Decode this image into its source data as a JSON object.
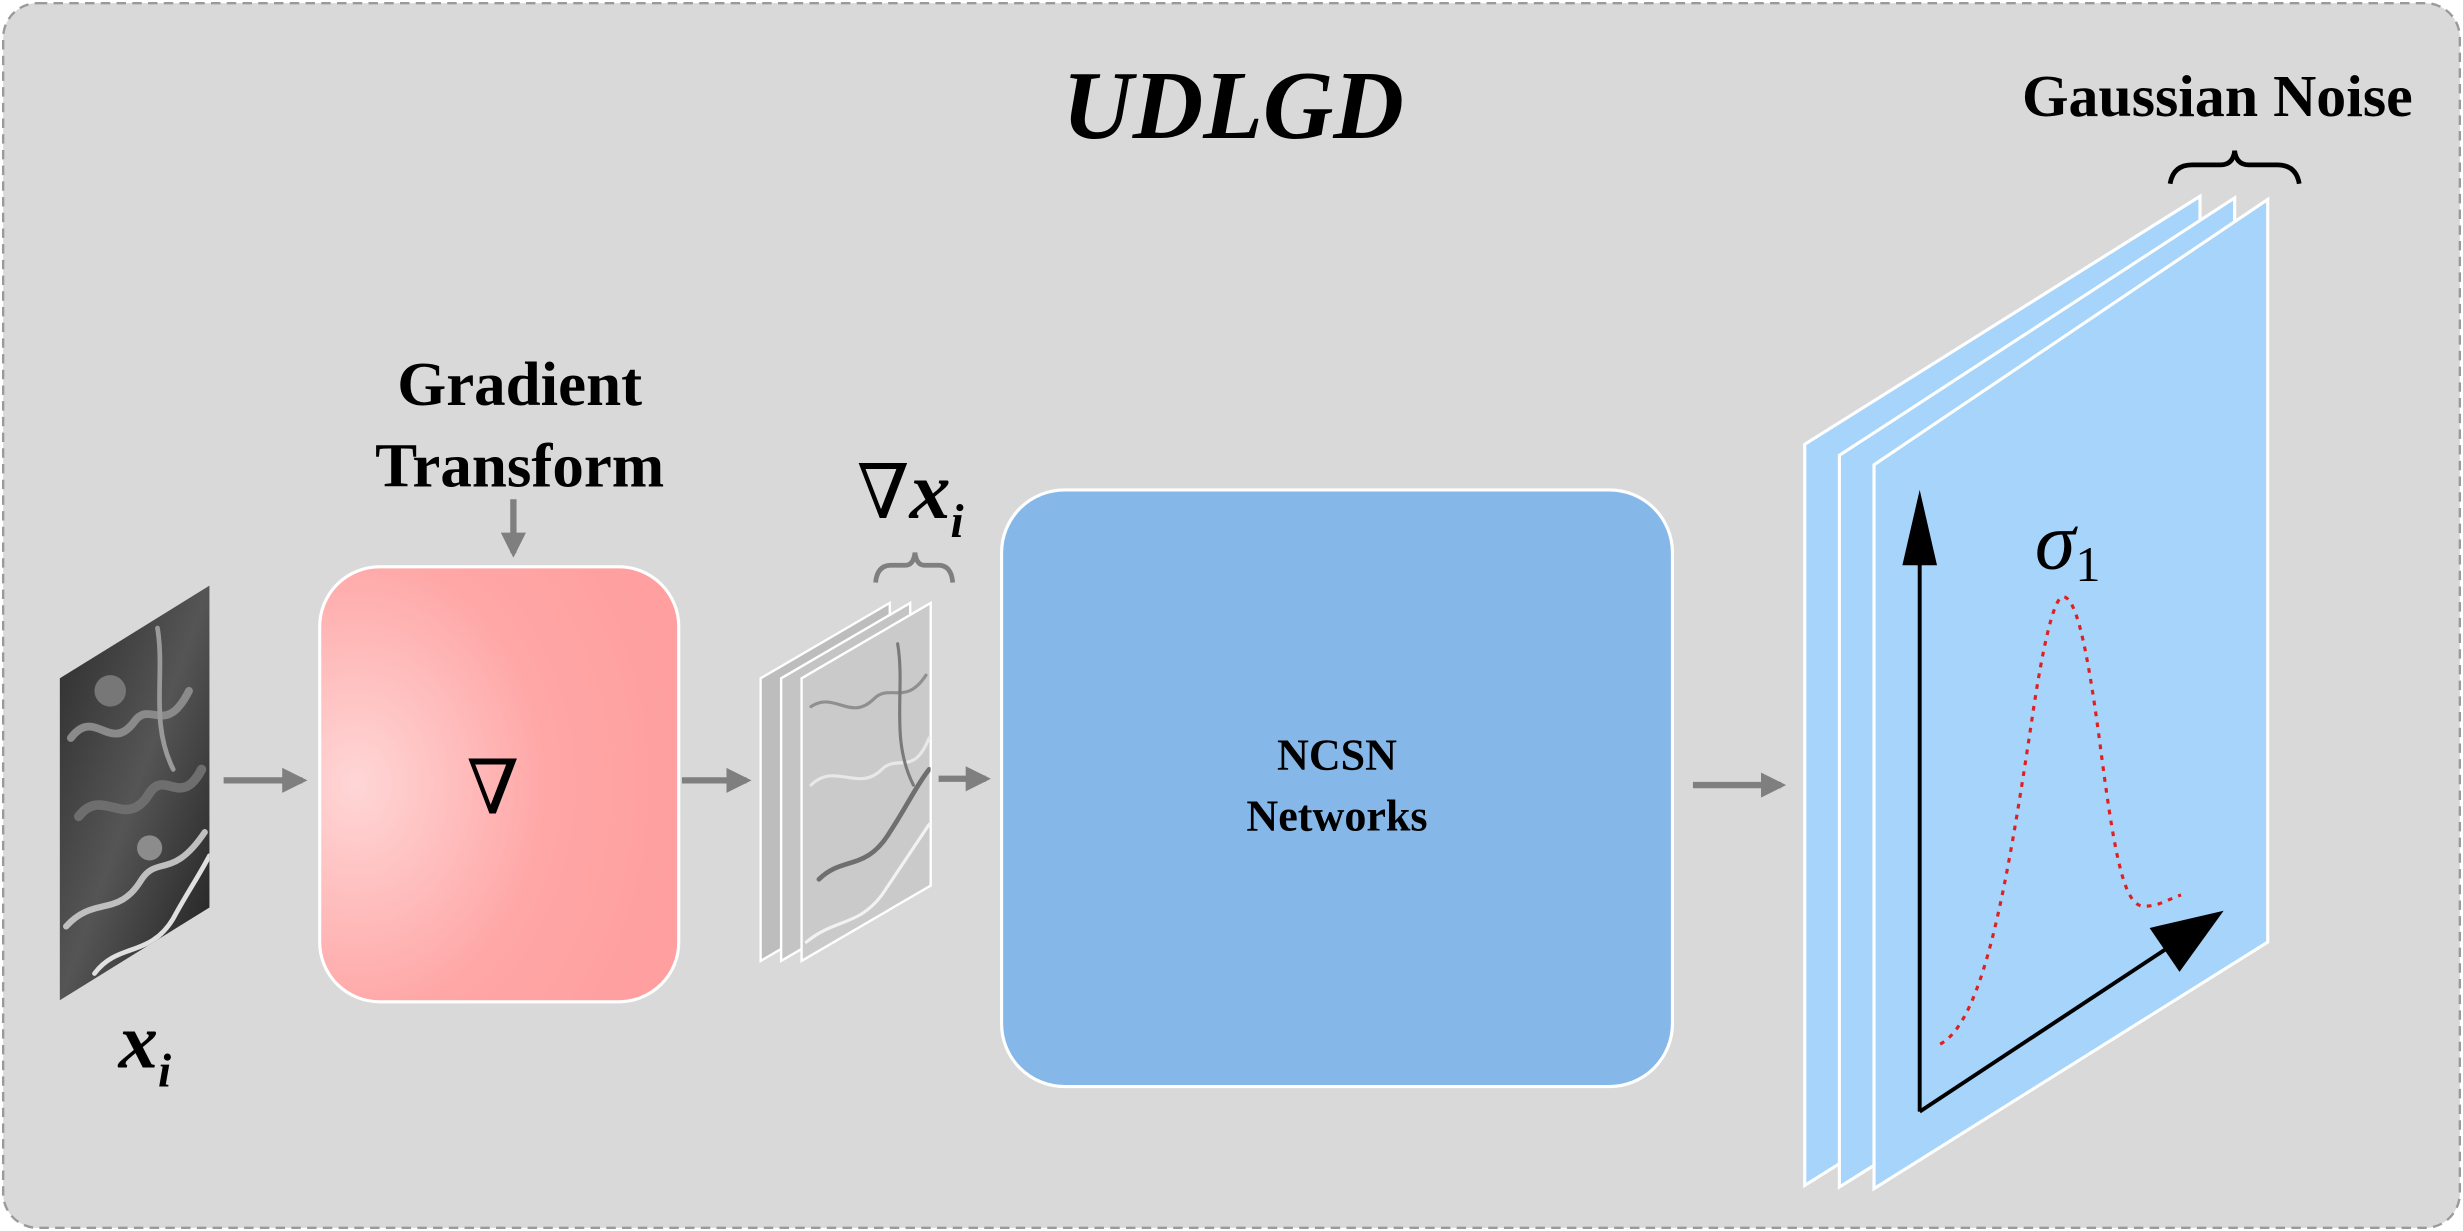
{
  "title": "UDLGD",
  "input": {
    "label_base": "x",
    "label_sub": "i"
  },
  "gradient_transform": {
    "label_line1": "Gradient",
    "label_line2": "Transform",
    "operator_symbol": "∇"
  },
  "gradient_output": {
    "label_prefix": "∇",
    "label_base": "x",
    "label_sub": "i"
  },
  "network": {
    "label_line1": "NCSN",
    "label_line2": "Networks"
  },
  "noise": {
    "label": "Gaussian Noise",
    "sigma_base": "σ",
    "sigma_sub": "1"
  },
  "colors": {
    "background": "#d9d9d9",
    "gradient_box": "#ffa3a3",
    "network_box": "#85b8e9",
    "noise_plane": "#a6d4fa",
    "arrow": "#7f7f7f",
    "curve": "#e02020"
  }
}
